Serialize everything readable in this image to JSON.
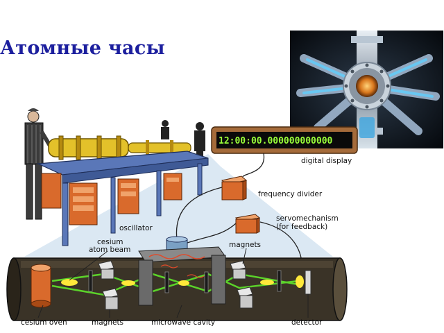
{
  "title": "Атомные часы",
  "display": {
    "reading": "12:00:00.000000000000"
  },
  "labels": {
    "digital_display": "digital display",
    "frequency_divider": "frequency divider",
    "servo_line1": "servomechanism",
    "servo_line2": "(for feedback)",
    "oscillator": "oscillator",
    "cesium_line1": "cesium",
    "cesium_line2": "atom beam",
    "magnets_top": "magnets",
    "cesium_oven": "cesium oven",
    "magnets_bottom": "magnets",
    "microwave_cavity": "microwave cavity",
    "detector": "detector"
  },
  "colors": {
    "title": "#1c1f9e",
    "tube": "#3a3327",
    "beam": "#5bd32a",
    "device_orange": "#d96a2c",
    "machine_yellow": "#e3c12a",
    "table_blue": "#5a77b8"
  }
}
